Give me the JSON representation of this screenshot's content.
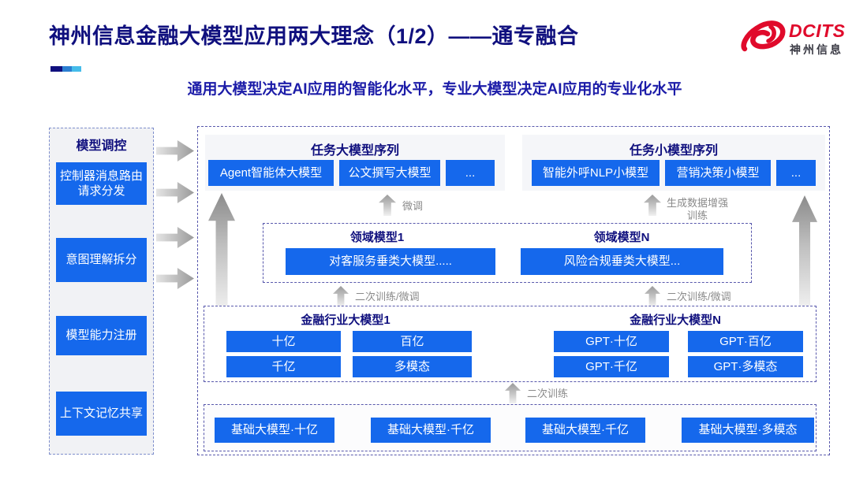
{
  "slide": {
    "title": "神州信息金融大模型应用两大理念（1/2）——通专融合",
    "subtitle": "通用大模型决定AI应用的智能化水平，专业大模型决定AI应用的专业化水平"
  },
  "logo": {
    "brand": "DCITS",
    "company": "神州信息"
  },
  "sidebar": {
    "title": "模型调控",
    "items": [
      {
        "label": "控制器消息路由请求分发"
      },
      {
        "label": "意图理解拆分"
      },
      {
        "label": "模型能力注册"
      },
      {
        "label": "上下文记忆共享"
      }
    ]
  },
  "diagram": {
    "task_large_models": {
      "title": "任务大模型序列",
      "items": [
        "Agent智能体大模型",
        "公文撰写大模型",
        "..."
      ]
    },
    "task_small_models": {
      "title": "任务小模型序列",
      "items": [
        "智能外呼NLP小模型",
        "营销决策小模型",
        "..."
      ]
    },
    "domain_models": {
      "groups": [
        {
          "title": "领域模型1",
          "item": "对客服务垂类大模型....."
        },
        {
          "title": "领域模型N",
          "item": "风险合规垂类大模型..."
        }
      ]
    },
    "industry_models": {
      "groups": [
        {
          "title": "金融行业大模型1",
          "items": [
            "十亿",
            "百亿",
            "千亿",
            "多模态"
          ]
        },
        {
          "title": "金融行业大模型N",
          "items": [
            "GPT·十亿",
            "GPT·百亿",
            "GPT·千亿",
            "GPT·多模态"
          ]
        }
      ]
    },
    "base_models": {
      "items": [
        "基础大模型·十亿",
        "基础大模型·千亿",
        "基础大模型·千亿",
        "基础大模型·多模态"
      ]
    },
    "labels": {
      "fine_tune": "微调",
      "gen_data_training": "生成数据增强训练",
      "secondary_training_finetune_left": "二次训练/微调",
      "secondary_training_finetune_right": "二次训练/微调",
      "secondary_training": "二次训练"
    }
  },
  "colors": {
    "primary_blue": "#1568EC",
    "navy_text": "#10107E",
    "subtitle_blue": "#1C1CA8",
    "label_gray": "#8A8A8A",
    "logo_red": "#E00A2B",
    "accent_bar": [
      "#10107E",
      "#2B7FD1",
      "#45BCEA"
    ]
  }
}
